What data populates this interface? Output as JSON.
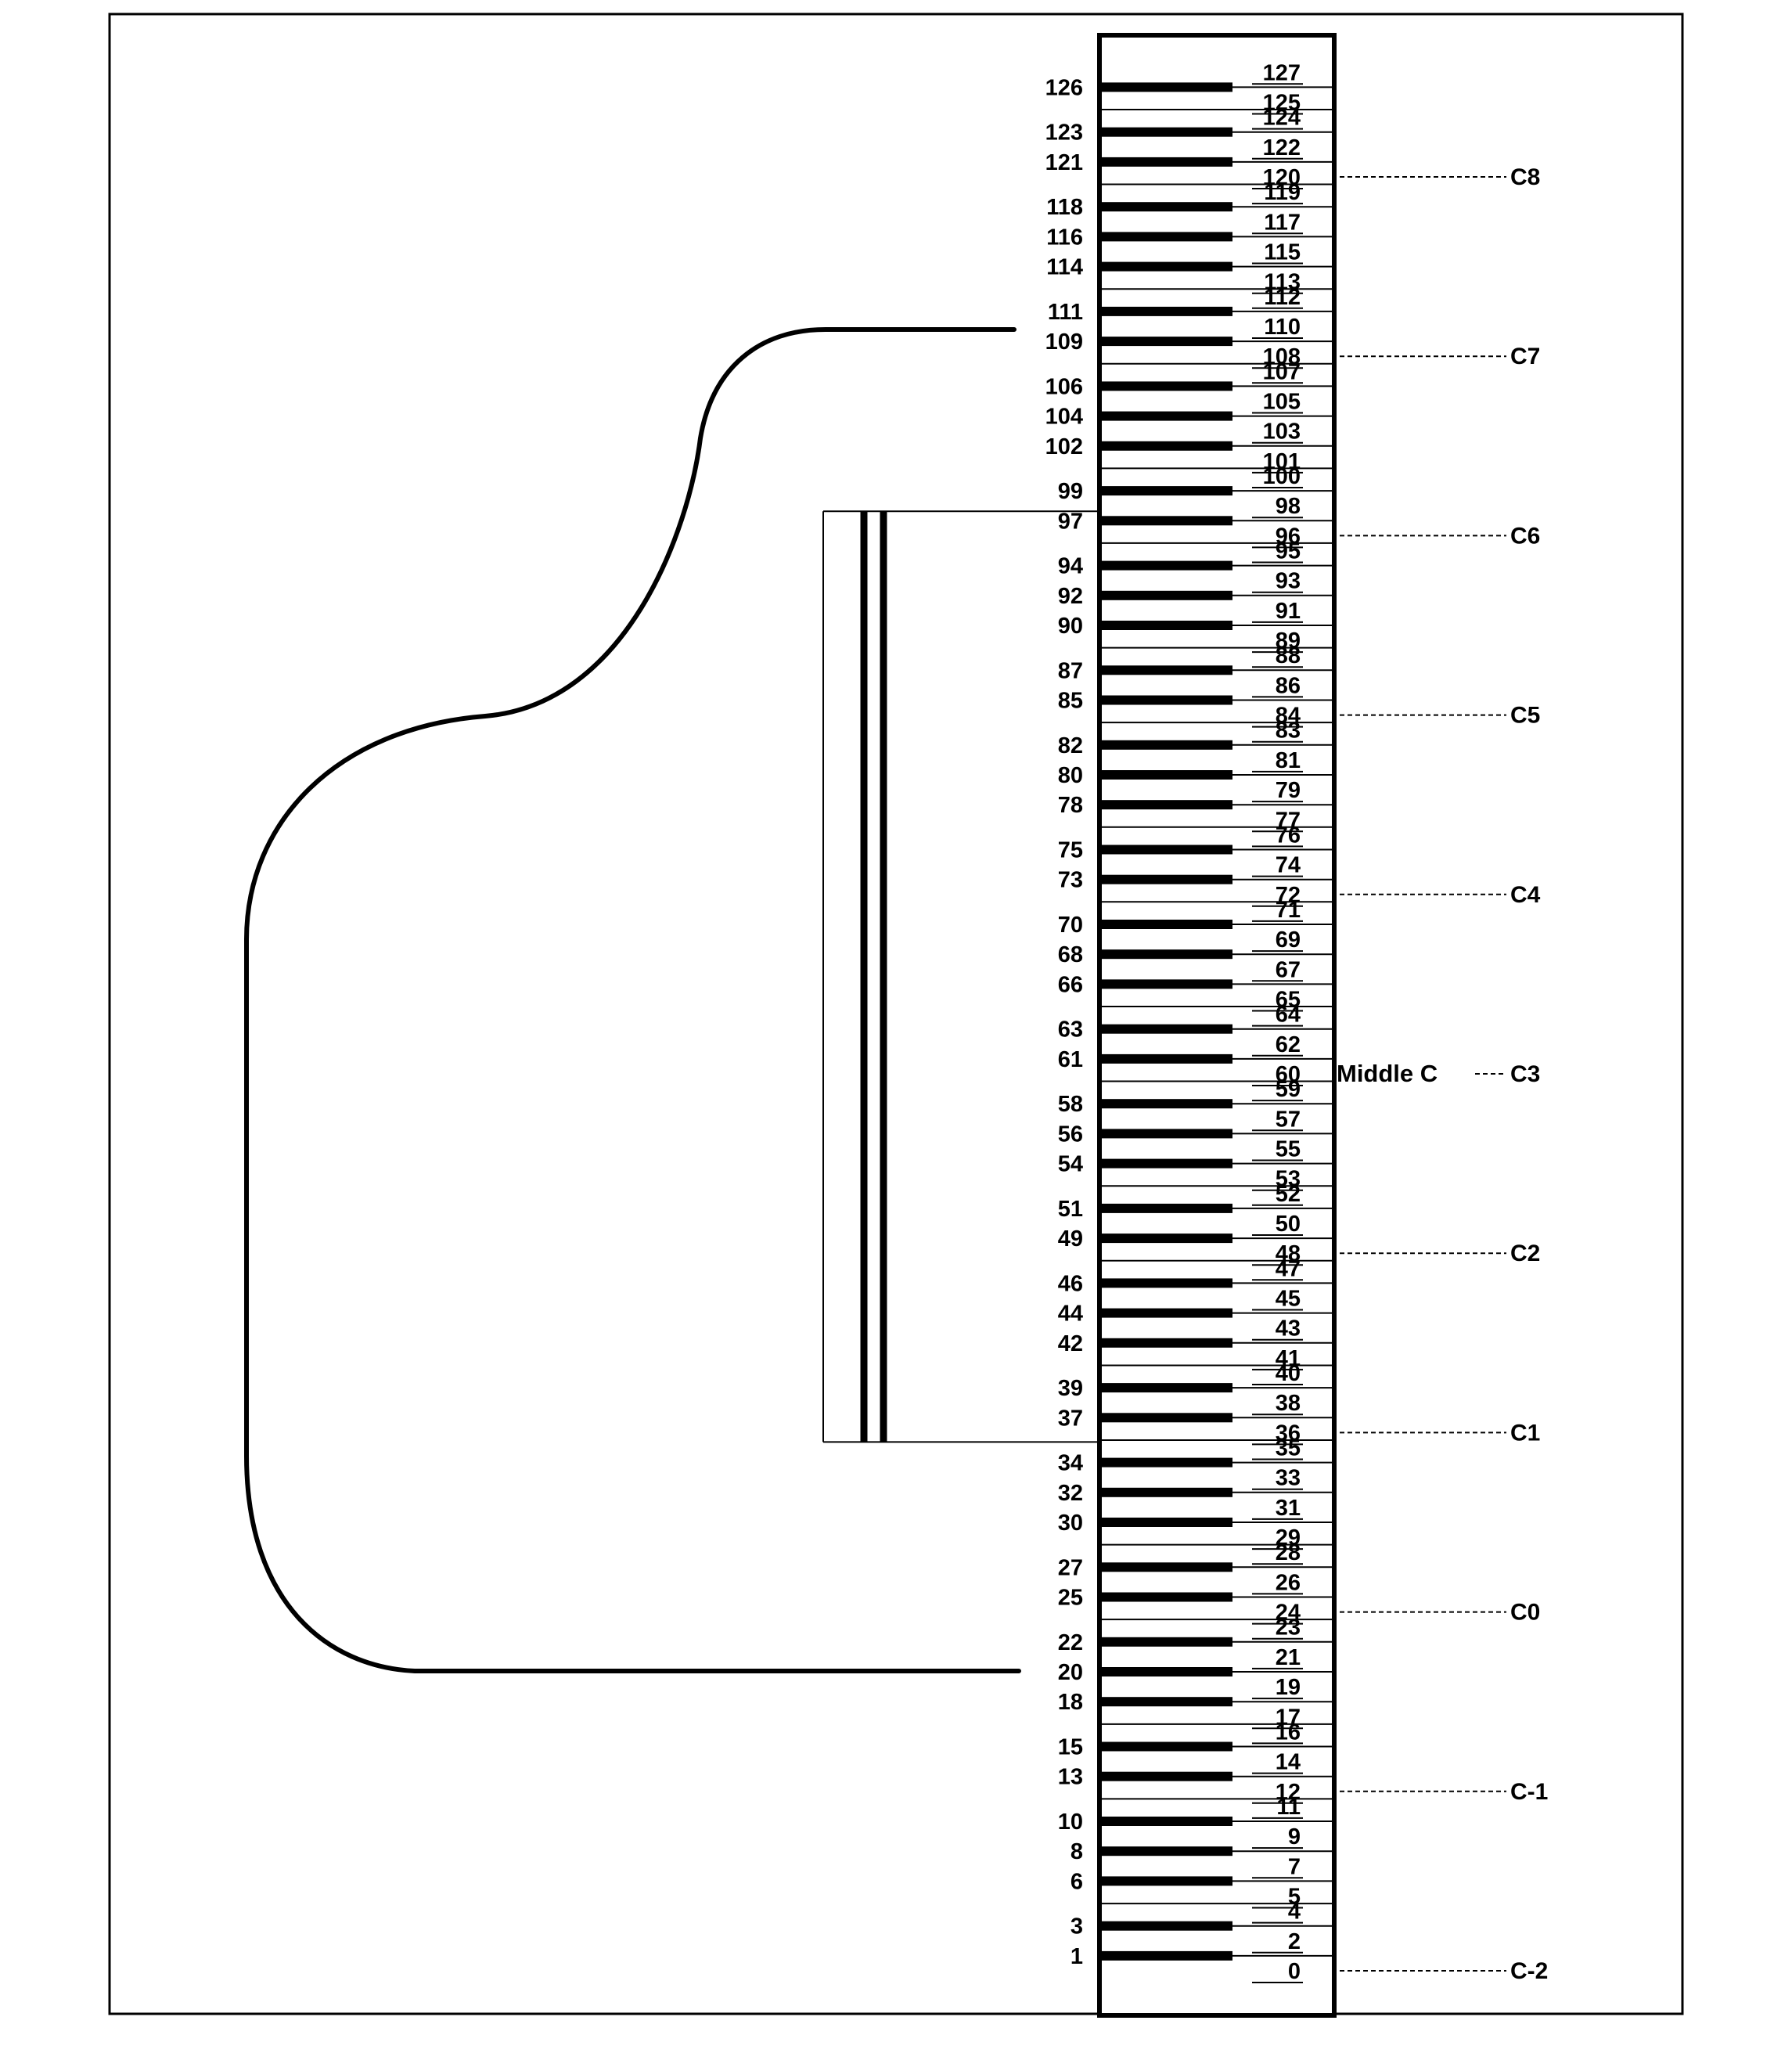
{
  "diagram": {
    "keyboard": {
      "lowest_note": 0,
      "highest_note": 127,
      "black_keys": [
        1,
        3,
        6,
        8,
        10,
        13,
        15,
        18,
        20,
        22,
        25,
        27,
        30,
        32,
        34,
        37,
        39,
        42,
        44,
        46,
        49,
        51,
        54,
        56,
        58,
        61,
        63,
        66,
        68,
        70,
        73,
        75,
        78,
        80,
        82,
        85,
        87,
        90,
        92,
        94,
        97,
        99,
        102,
        104,
        106,
        109,
        111,
        114,
        116,
        118,
        121,
        123,
        126
      ],
      "white_keys": [
        0,
        2,
        4,
        5,
        7,
        9,
        11,
        12,
        14,
        16,
        17,
        19,
        21,
        23,
        24,
        26,
        28,
        29,
        31,
        33,
        35,
        36,
        38,
        40,
        41,
        43,
        45,
        47,
        48,
        50,
        52,
        53,
        55,
        57,
        59,
        60,
        62,
        64,
        65,
        67,
        69,
        71,
        72,
        74,
        76,
        77,
        79,
        81,
        83,
        84,
        86,
        88,
        89,
        91,
        93,
        95,
        96,
        98,
        100,
        101,
        103,
        105,
        107,
        108,
        110,
        112,
        113,
        115,
        117,
        119,
        120,
        122,
        124,
        125,
        127
      ]
    },
    "middle_c": {
      "note": 60,
      "label": "Middle C"
    },
    "octave_markers": [
      {
        "note": 120,
        "label": "C8"
      },
      {
        "note": 108,
        "label": "C7"
      },
      {
        "note": 96,
        "label": "C6"
      },
      {
        "note": 84,
        "label": "C5"
      },
      {
        "note": 72,
        "label": "C4"
      },
      {
        "note": 60,
        "label": "C3"
      },
      {
        "note": 48,
        "label": "C2"
      },
      {
        "note": 36,
        "label": "C1"
      },
      {
        "note": 24,
        "label": "C0"
      },
      {
        "note": 12,
        "label": "C-1"
      },
      {
        "note": 0,
        "label": "C-2"
      }
    ],
    "piano_outline": {
      "top_note": 109,
      "bottom_note": 20
    },
    "standard_keyboard_bracket": {
      "top_note": 97,
      "bottom_note": 36
    }
  }
}
